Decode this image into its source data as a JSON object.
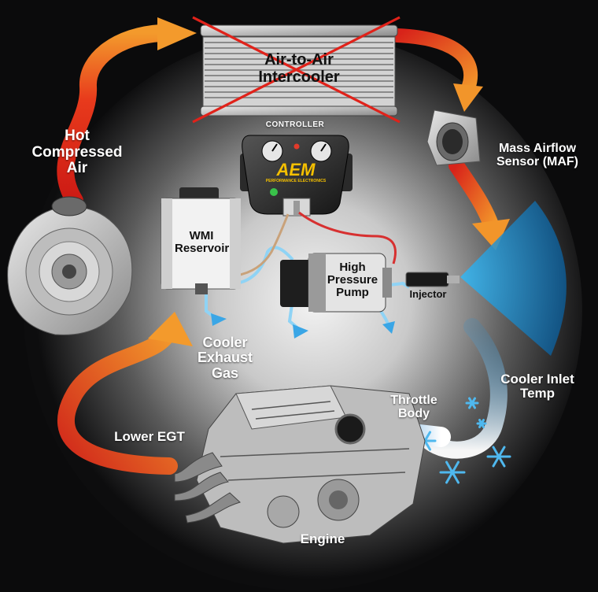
{
  "title": "AEM Water-Methanol Injection System Diagram",
  "labels": {
    "hot_compressed_air": "Hot Compressed Air",
    "intercooler": "Air-to-Air Intercooler",
    "controller": "CONTROLLER",
    "brand": "AEM",
    "brand_sub": "PERFORMANCE ELECTRONICS",
    "maf": "Mass Airflow Sensor (MAF)",
    "wmi_reservoir": "WMI Reservoir",
    "pump": "High Pressure Pump",
    "injector": "Injector",
    "cooler_exhaust": "Cooler Exhaust Gas",
    "cooler_inlet": "Cooler Inlet Temp",
    "throttle_body": "Throttle Body",
    "lower_egt": "Lower EGT",
    "engine": "Engine"
  },
  "intercooler_status": "crossed-out",
  "colors": {
    "background": "#0b0b0c",
    "hot_arrow": "#e8291c",
    "warm_arrow": "#f0802a",
    "cool_spray": "#1a8fd0",
    "cross": "#e0221a",
    "fluid_line": "#8fd3f5",
    "signal_wire": "#e03030",
    "text": "#ffffff"
  }
}
